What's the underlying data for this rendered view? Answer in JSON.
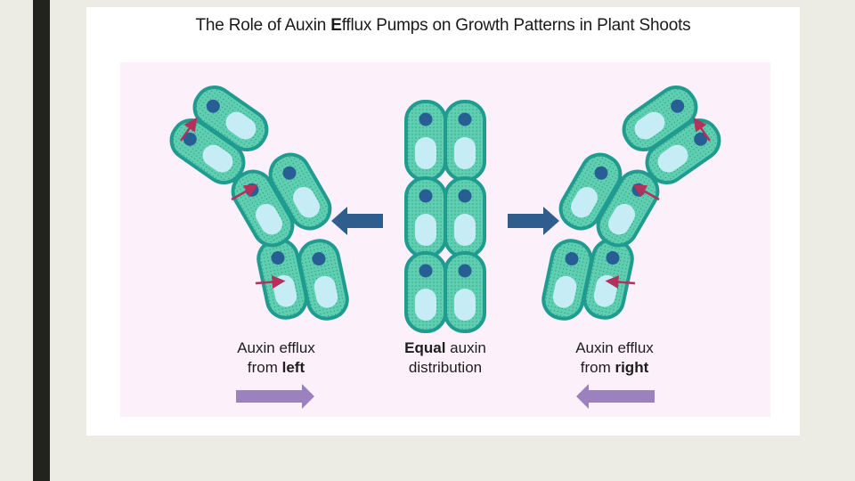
{
  "figure": {
    "title_pre": "The Role of Auxin ",
    "title_bold": "E",
    "title_post": "fflux Pumps on Growth Patterns in Plant Shoots"
  },
  "captions": {
    "left": {
      "line1": "Auxin efflux",
      "line2_pre": "from ",
      "line2_bold": "left"
    },
    "center": {
      "line1_bold": "Equal",
      "line1_post": " auxin",
      "line2": "distribution"
    },
    "right": {
      "line1": "Auxin efflux",
      "line2_pre": "from ",
      "line2_bold": "right"
    }
  },
  "colors": {
    "cell_wall": "#1f9b8f",
    "cytoplasm": "#5ecfb0",
    "vacuole": "#c6ecf6",
    "nucleus": "#275e93",
    "pump_arrow": "#b5305a",
    "bend_arrow": "#2f5d8e",
    "efflux_arrow": "#9b82bf",
    "panel": "#fcf0fb"
  }
}
